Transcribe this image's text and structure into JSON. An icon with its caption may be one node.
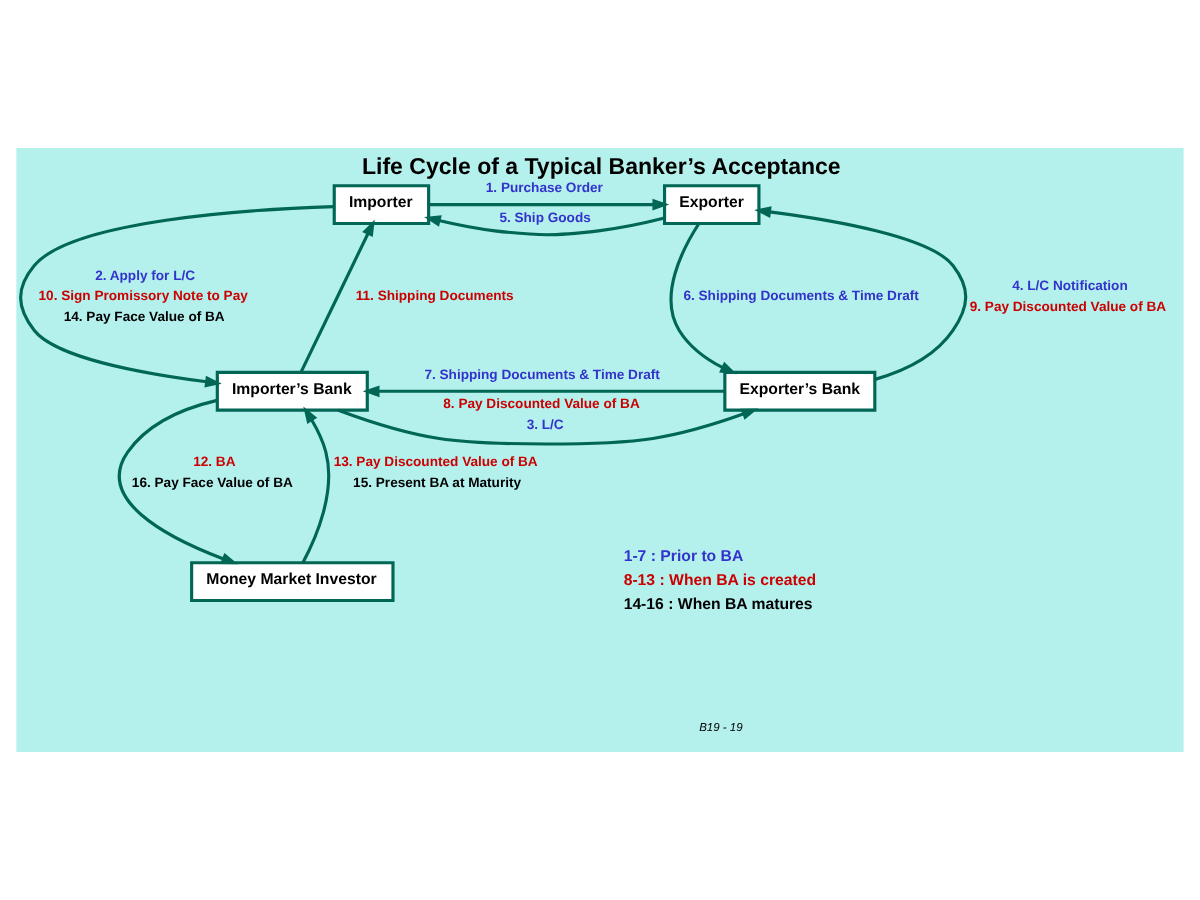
{
  "diagram": {
    "title": "Life Cycle of a Typical Banker’s Acceptance",
    "nodes": [
      {
        "text": [
          "Importer"
        ]
      },
      {
        "text": [
          "Exporter"
        ]
      },
      {
        "text": [
          "Importer’s Bank"
        ]
      },
      {
        "text": [
          "Exporter’s Bank"
        ]
      },
      {
        "text": [
          "Money Market Investor"
        ]
      }
    ],
    "edges": [
      {
        "from": 0,
        "to": 1,
        "arrow": "to",
        "label": "1. Purchase Order"
      },
      {
        "from": 1,
        "to": 0,
        "arrow": "to",
        "label": "5. Ship Goods"
      },
      {
        "from": 0,
        "to": 2,
        "arrow": "to",
        "label": "2. Apply for L/C"
      },
      {
        "from": 2,
        "to": 0,
        "arrow": "to",
        "label": "11. Shipping Documents"
      },
      {
        "from": 1,
        "to": 3,
        "arrow": "to",
        "label": "6. Shipping Documents & Time Draft"
      },
      {
        "from": 3,
        "to": 1,
        "arrow": "to",
        "label": "4. L/C Notification"
      },
      {
        "from": 2,
        "to": 3,
        "arrow": "to",
        "label": "3. L/C"
      },
      {
        "from": 3,
        "to": 2,
        "arrow": "to",
        "label": "7. Shipping Documents & Time Draft"
      },
      {
        "from": 2,
        "to": 4,
        "arrow": "to",
        "label": "12. BA"
      },
      {
        "from": 4,
        "to": 2,
        "arrow": "to",
        "label": "13. Pay Discounted Value of BA"
      }
    ],
    "labels": [
      "10. Sign Promissory Note to Pay",
      "14. Pay Face Value of BA",
      "9. Pay Discounted Value of BA",
      "8. Pay Discounted Value of BA",
      "16. Pay Face Value of BA",
      "15. Present BA at Maturity",
      "1-7 : Prior to BA",
      "8-13 : When BA is created",
      "14-16 : When BA matures",
      "B19 - 19"
    ]
  }
}
